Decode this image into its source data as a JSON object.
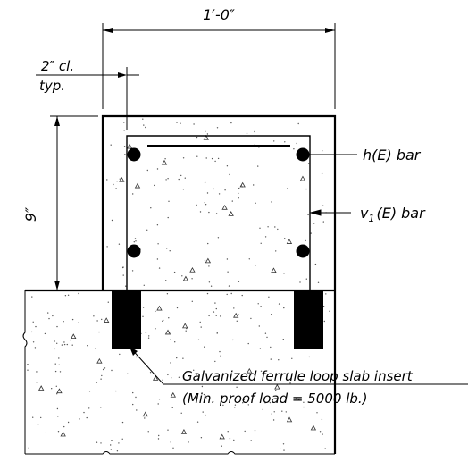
{
  "labels": {
    "width_dim": "1′-0″",
    "height_dim": "9″",
    "clear_cover_line1": "2″ cl.",
    "clear_cover_line2": "typ.",
    "h_bar": "h(E) bar",
    "v1_bar_prefix": "v",
    "v1_bar_subscript": "1",
    "v1_bar_suffix": "(E) bar",
    "insert_line1": "Galvanized ferrule loop slab insert",
    "insert_line2": "(Min. proof load = 5000 lb.)"
  }
}
